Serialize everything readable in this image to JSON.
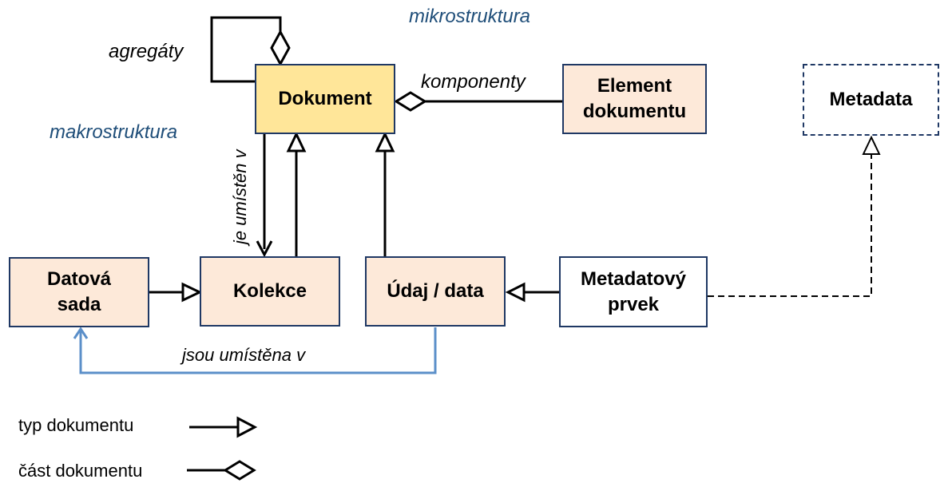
{
  "nodes": {
    "dokument": "Dokument",
    "element": "Element dokumentu",
    "metadata": "Metadata",
    "datova_sada": "Datová sada",
    "kolekce": "Kolekce",
    "udaj": "Údaj / data",
    "metadatovy_prvek": "Metadatový prvek"
  },
  "labels": {
    "mikrostruktura": "mikrostruktura",
    "makrostruktura": "makrostruktura",
    "agregaty": "agregáty",
    "komponenty": "komponenty",
    "je_umisten_v": "je umístěn v",
    "jsou_umistena_v": "jsou umístěna v"
  },
  "legend": {
    "typ": "typ dokumentu",
    "cast": "část dokumentu"
  },
  "colors": {
    "box_border": "#1f3864",
    "peach": "#fde9d9",
    "yellow": "#ffe699",
    "blue_text": "#1f4e79",
    "blue_line": "#5b8fc9"
  }
}
